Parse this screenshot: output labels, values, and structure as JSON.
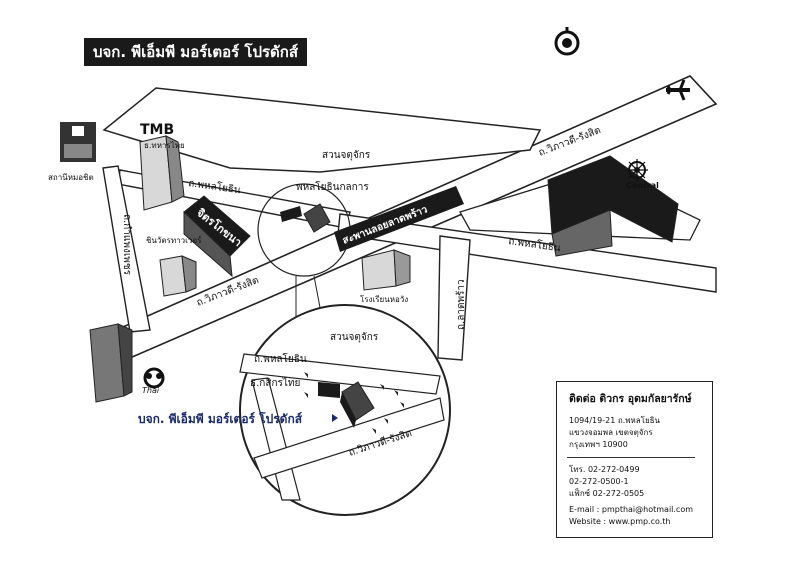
{
  "title": "บจก. พีเอ็มพี มอร์เตอร์ โปรดักส์",
  "company_label_zoom": "บจก. พีเอ็มพี มอร์เตอร์ โปรดักส์",
  "labels": {
    "park": "สวนจตุจักร",
    "park_zoom": "สวนจตุจักร",
    "vibhavadi_upper": "ถ.วิภาวดี-รังสิต",
    "vibhavadi_lower": "ถ.วิภาวดี-รังสิต",
    "vibhavadi_zoom": "ถ.วิภาวดี-รังสิต",
    "phahon_upper": "ถ.พหลโยธิน",
    "phahon_right": "ถ.พหลโยธิน",
    "phahon_zoom": "ถ.พหลโยธิน",
    "phahon_junction": "พหลโยธินกลการ",
    "ladprao_road": "ถ.ลาดพร้าว",
    "kampaeng_road": "ถ.กำแพงเพชร",
    "bridge": "สะพานลอยลาดพร้าว",
    "jitr_building": "จิตรโกขนา",
    "shinawatra": "ชินวัตรทาวเวอร์",
    "school": "โรงเรียนหอวัง",
    "station": "สถานีหมอชิต",
    "tmb_logo": "TMB",
    "tmb_sub": "ธ.ทหารไทย",
    "central": "Central",
    "thai_logo": "Thai",
    "kbank_zoom": "ธ.กสิกรไทย"
  },
  "contact": {
    "heading": "ติดต่อ  ติวกร  อุดมกัลยารักษ์",
    "address_lines": [
      "1094/19-21 ถ.พหลโยธิน",
      "แขวงจอมพล  เขตจตุจักร",
      "กรุงเทพฯ 10900"
    ],
    "phone_lines": [
      "โทร.  02-272-0499",
      "02-272-0500-1",
      "แฟ็กซ์  02-272-0505"
    ],
    "email": "E-mail : pmpthai@hotmail.com",
    "website": "Website : www.pmp.co.th"
  },
  "colors": {
    "ink": "#1a1a1a",
    "paper": "#ffffff",
    "zoom_label": "#1b2a6b"
  },
  "icons": [
    "airplane-icon",
    "ptt-logo-icon",
    "central-logo-icon",
    "thai-airways-logo-icon",
    "tmb-logo-icon"
  ]
}
